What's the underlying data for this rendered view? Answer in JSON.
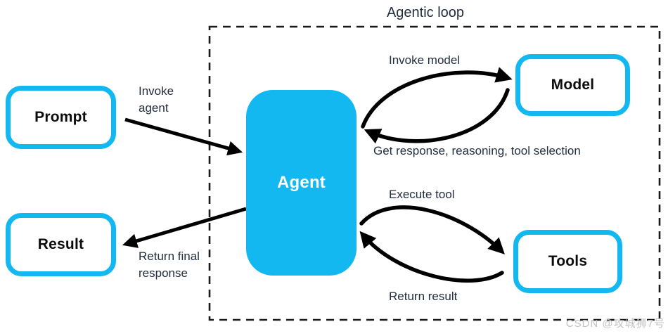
{
  "diagram": {
    "title": "Agentic loop",
    "nodes": {
      "prompt": "Prompt",
      "agent": "Agent",
      "model": "Model",
      "tools": "Tools",
      "result": "Result"
    },
    "edges": {
      "invoke_agent": "Invoke agent",
      "invoke_model": "Invoke model",
      "get_response": "Get response, reasoning, tool selection",
      "execute_tool": "Execute tool",
      "return_result": "Return result",
      "return_final_response": "Return final response"
    },
    "colors": {
      "accent": "#14B8F0",
      "label_text": "#232F3E",
      "arrow": "#000000",
      "watermark": "#C3C3C3"
    },
    "watermark": "CSDN @攻城狮7号"
  }
}
